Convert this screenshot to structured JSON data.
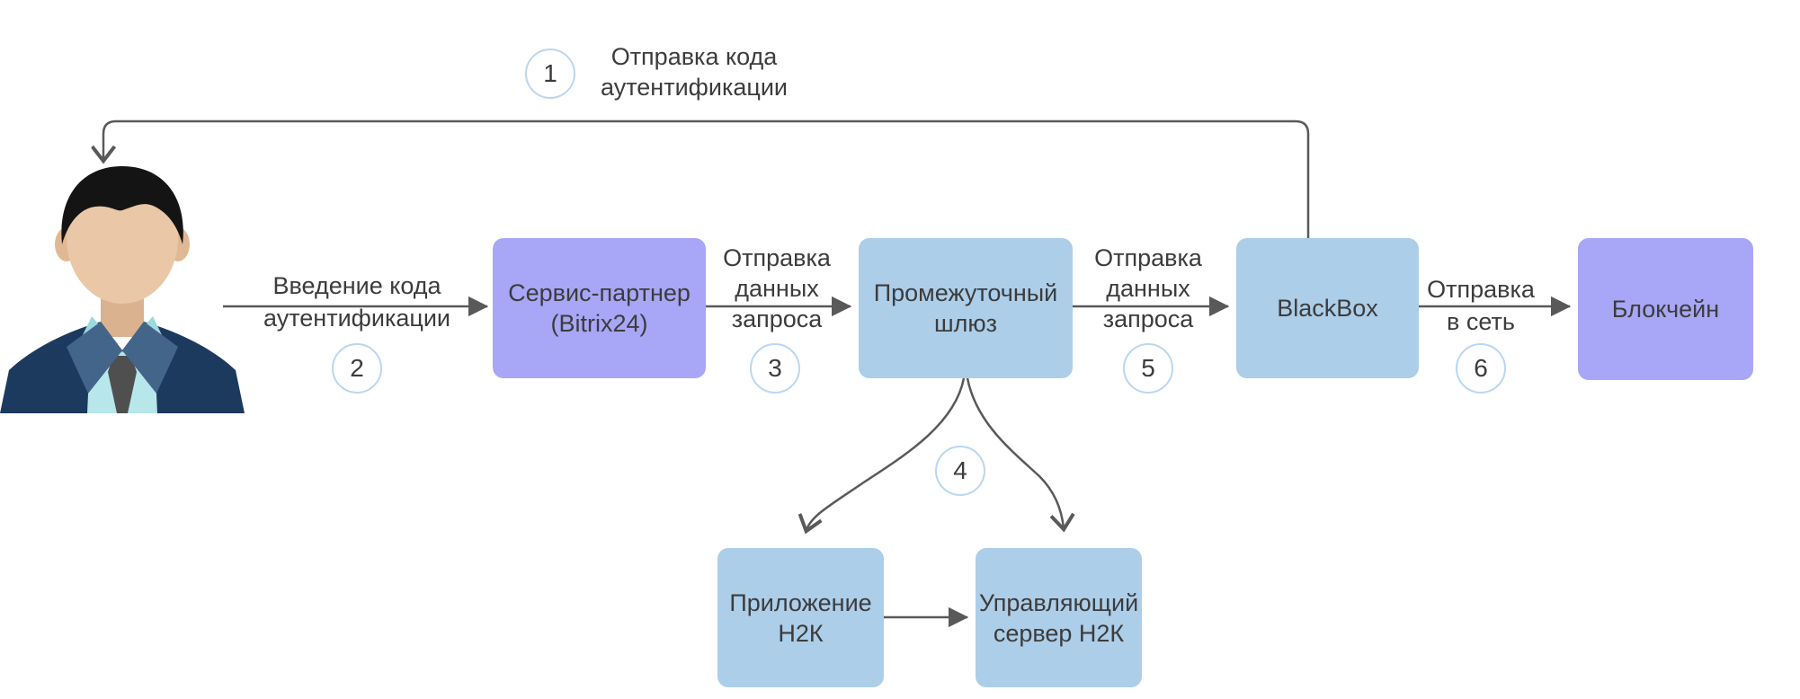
{
  "diagram_title": "Authentication code flow",
  "colors": {
    "purple_node": "#a8a6f7",
    "blue_node": "#accee9",
    "arrow": "#595959",
    "text": "#3c3c3c",
    "badge_border": "#b9d7f1",
    "background": "#ffffff"
  },
  "nodes": {
    "service_partner": {
      "line1": "Сервис-партнер",
      "line2": "(Bitrix24)"
    },
    "gateway": {
      "line1": "Промежуточный",
      "line2": "шлюз"
    },
    "blackbox": {
      "line1": "BlackBox"
    },
    "blockchain": {
      "line1": "Блокчейн"
    },
    "h2k_app": {
      "line1": "Приложение",
      "line2": "Н2К"
    },
    "h2k_server": {
      "line1": "Управляющий",
      "line2": "сервер Н2К"
    }
  },
  "steps": {
    "s1": {
      "number": "1",
      "line1": "Отправка кода",
      "line2": "аутентификации"
    },
    "s2": {
      "number": "2",
      "line1": "Введение кода",
      "line2": "аутентификации"
    },
    "s3": {
      "number": "3",
      "line1": "Отправка",
      "line2": "данных",
      "line3": "запроса"
    },
    "s4": {
      "number": "4"
    },
    "s5": {
      "number": "5",
      "line1": "Отправка",
      "line2": "данных",
      "line3": "запроса"
    },
    "s6": {
      "number": "6",
      "line1": "Отправка",
      "line2": "в сеть"
    }
  }
}
